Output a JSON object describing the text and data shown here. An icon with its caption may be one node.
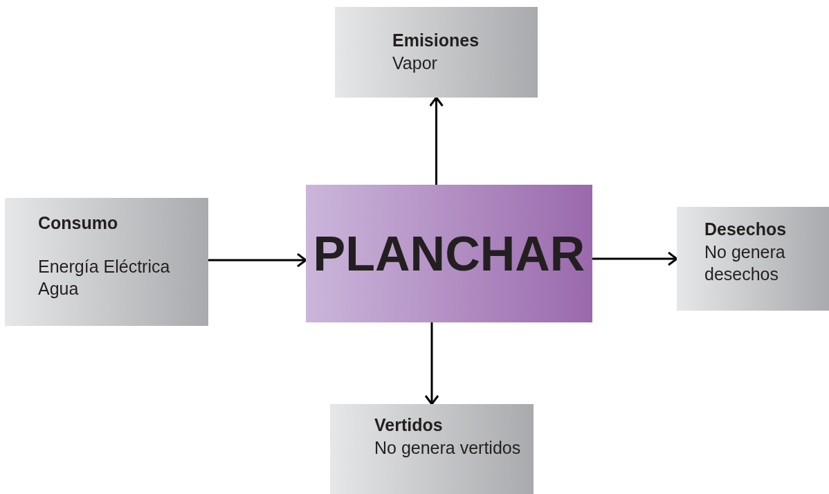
{
  "diagram": {
    "nodes": [
      {
        "text": [
          "Consumo",
          "Energía Eléctrica Agua"
        ]
      },
      {
        "text": [
          "PLANCHAR"
        ]
      },
      {
        "text": [
          "Emisiones",
          "Vapor"
        ]
      },
      {
        "text": [
          "Desechos",
          "No genera desechos"
        ]
      },
      {
        "text": [
          "Vertidos",
          "No genera vertidos"
        ]
      }
    ],
    "edges": [
      {
        "from": 0,
        "to": 1,
        "arrow": "to"
      },
      {
        "from": 1,
        "to": 2,
        "arrow": "to"
      },
      {
        "from": 1,
        "to": 3,
        "arrow": "to"
      },
      {
        "from": 1,
        "to": 4,
        "arrow": "to"
      }
    ]
  }
}
